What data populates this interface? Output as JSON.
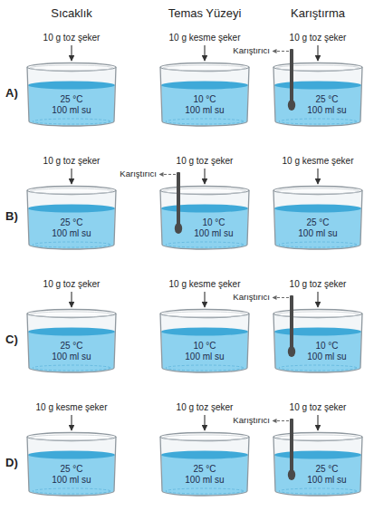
{
  "diagram": {
    "nodes": [
      {
        "text": [
          "25 °C",
          "100 ml su"
        ]
      },
      {
        "text": [
          "10 °C",
          "100 ml su"
        ]
      },
      {
        "text": [
          "25 °C",
          "100 ml su"
        ]
      },
      {
        "text": [
          "25 °C",
          "100 ml su"
        ]
      },
      {
        "text": [
          "10 °C",
          "100 ml su"
        ]
      },
      {
        "text": [
          "25 °C",
          "100 ml su"
        ]
      },
      {
        "text": [
          "25 °C",
          "100 ml su"
        ]
      },
      {
        "text": [
          "10 °C",
          "100 ml su"
        ]
      },
      {
        "text": [
          "10 °C",
          "100 ml su"
        ]
      },
      {
        "text": [
          "25 °C",
          "100 ml su"
        ]
      },
      {
        "text": [
          "25 °C",
          "100 ml su"
        ]
      },
      {
        "text": [
          "25 °C",
          "100 ml su"
        ]
      }
    ],
    "labels": [
      "Sıcaklık",
      "Temas Yüzeyi",
      "Karıştırma",
      "A)",
      "10 g toz şeker",
      "10 g kesme şeker",
      "10 g toz şeker",
      "Karıştırıcı",
      "B)",
      "10 g toz şeker",
      "10 g toz şeker",
      "10 g kesme şeker",
      "Karıştırıcı",
      "C)",
      "10 g toz şeker",
      "10 g kesme şeker",
      "10 g toz şeker",
      "Karıştırıcı",
      "D)",
      "10 g kesme şeker",
      "10 g toz şeker",
      "10 g toz şeker",
      "Karıştırıcı"
    ]
  }
}
